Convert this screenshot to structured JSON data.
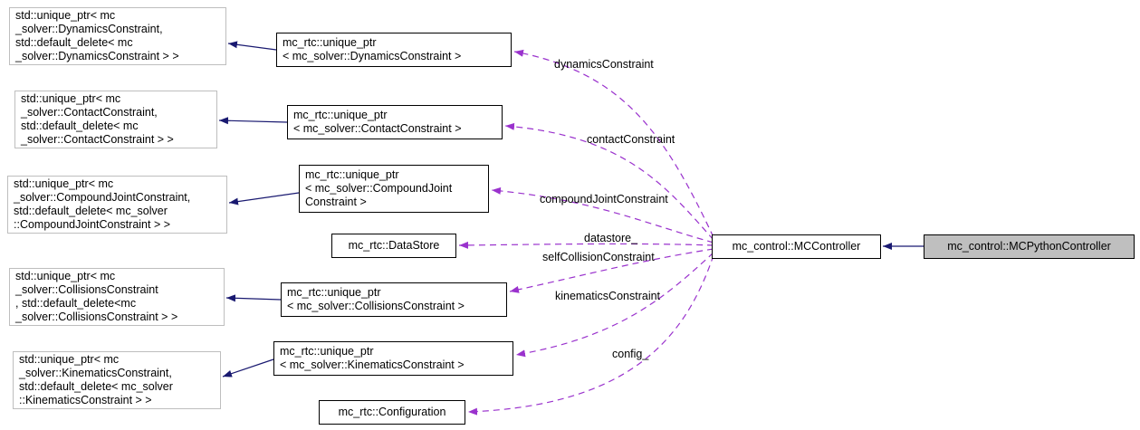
{
  "diagram": {
    "left_nodes": [
      {
        "id": "std-unique-ptr-dynamics",
        "lines": [
          "std::unique_ptr< mc",
          "_solver::DynamicsConstraint,",
          "std::default_delete< mc",
          "_solver::DynamicsConstraint > >"
        ]
      },
      {
        "id": "std-unique-ptr-contact",
        "lines": [
          "std::unique_ptr< mc",
          "_solver::ContactConstraint,",
          "std::default_delete< mc",
          "_solver::ContactConstraint > >"
        ]
      },
      {
        "id": "std-unique-ptr-compound-joint",
        "lines": [
          "std::unique_ptr< mc",
          "_solver::CompoundJointConstraint,",
          "std::default_delete< mc_solver",
          "::CompoundJointConstraint > >"
        ]
      },
      {
        "id": "std-unique-ptr-collisions",
        "lines": [
          "std::unique_ptr< mc",
          "_solver::CollisionsConstraint",
          ", std::default_delete<mc",
          "_solver::CollisionsConstraint > >"
        ]
      },
      {
        "id": "std-unique-ptr-kinematics",
        "lines": [
          "std::unique_ptr< mc",
          "_solver::KinematicsConstraint,",
          "std::default_delete< mc_solver",
          "::KinematicsConstraint > >"
        ]
      }
    ],
    "middle_nodes": [
      {
        "id": "mc-rtc-unique-ptr-dynamics",
        "lines": [
          "mc_rtc::unique_ptr",
          "< mc_solver::DynamicsConstraint >"
        ]
      },
      {
        "id": "mc-rtc-unique-ptr-contact",
        "lines": [
          "mc_rtc::unique_ptr",
          "< mc_solver::ContactConstraint >"
        ]
      },
      {
        "id": "mc-rtc-unique-ptr-compound-joint",
        "lines": [
          "mc_rtc::unique_ptr",
          "< mc_solver::CompoundJoint",
          "Constraint >"
        ]
      },
      {
        "id": "mc-rtc-datastore",
        "lines": [
          "mc_rtc::DataStore"
        ]
      },
      {
        "id": "mc-rtc-unique-ptr-collisions",
        "lines": [
          "mc_rtc::unique_ptr",
          "< mc_solver::CollisionsConstraint >"
        ]
      },
      {
        "id": "mc-rtc-unique-ptr-kinematics",
        "lines": [
          "mc_rtc::unique_ptr",
          "< mc_solver::KinematicsConstraint >"
        ]
      },
      {
        "id": "mc-rtc-configuration",
        "lines": [
          "mc_rtc::Configuration"
        ]
      }
    ],
    "controller_node": {
      "label": "mc_control::MCController"
    },
    "python_controller_node": {
      "label": "mc_control::MCPythonController"
    },
    "edge_labels": {
      "dynamics": "dynamicsConstraint",
      "contact": "contactConstraint",
      "compound_joint": "compoundJointConstraint",
      "datastore": "datastore_",
      "self_collision": "selfCollisionConstraint",
      "kinematics": "kinematicsConstraint",
      "config": "config_"
    },
    "colors": {
      "inheritance_edge": "#191970",
      "usage_edge": "#9a32cd",
      "node_border": "#000000",
      "external_node_border": "#bebebe",
      "selected_node_bg": "#bfbfbf"
    }
  }
}
